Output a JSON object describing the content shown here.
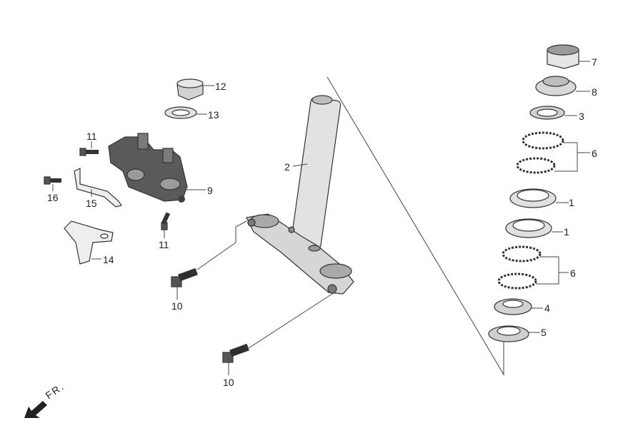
{
  "labels": {
    "p1a": "1",
    "p1b": "1",
    "p2": "2",
    "p3": "3",
    "p4": "4",
    "p5": "5",
    "p6a": "6",
    "p6b": "6",
    "p7": "7",
    "p8": "8",
    "p9": "9",
    "p10a": "10",
    "p10b": "10",
    "p11a": "11",
    "p11b": "11",
    "p12": "12",
    "p13": "13",
    "p14": "14",
    "p15": "15",
    "p16": "16"
  },
  "direction": {
    "text": "FR."
  },
  "colors": {
    "line": "#444444",
    "part_fill": "#d8d8d8",
    "part_dark": "#6a6a6a"
  }
}
